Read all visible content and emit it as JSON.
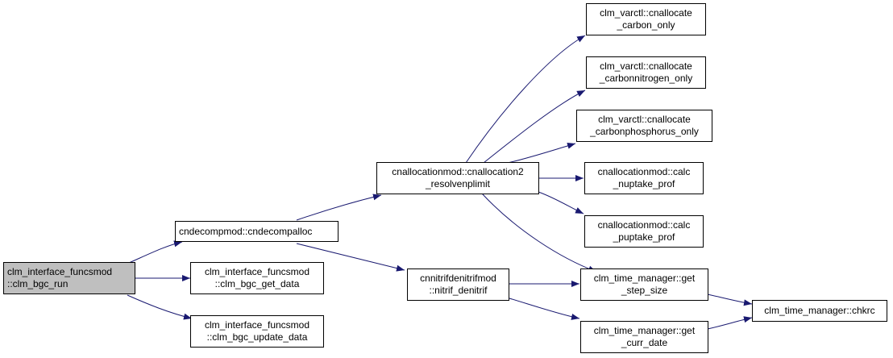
{
  "graph": {
    "edge_color": "#191970",
    "root_fill": "#bfbfbf",
    "nodes": [
      {
        "id": "n0",
        "lines": [
          "clm_interface_funcsmod",
          "::clm_bgc_run"
        ]
      },
      {
        "id": "n1",
        "lines": [
          "cndecompmod::cndecompalloc"
        ]
      },
      {
        "id": "n2",
        "lines": [
          "clm_interface_funcsmod",
          "::clm_bgc_get_data"
        ]
      },
      {
        "id": "n3",
        "lines": [
          "clm_interface_funcsmod",
          "::clm_bgc_update_data"
        ]
      },
      {
        "id": "n4",
        "lines": [
          "cnallocationmod::cnallocation2",
          "_resolvenplimit"
        ]
      },
      {
        "id": "n5",
        "lines": [
          "cnnitrifdenitrifmod",
          "::nitrif_denitrif"
        ]
      },
      {
        "id": "n6",
        "lines": [
          "clm_varctl::cnallocate",
          "_carbon_only"
        ]
      },
      {
        "id": "n7",
        "lines": [
          "clm_varctl::cnallocate",
          "_carbonnitrogen_only"
        ]
      },
      {
        "id": "n8",
        "lines": [
          "clm_varctl::cnallocate",
          "_carbonphosphorus_only"
        ]
      },
      {
        "id": "n9",
        "lines": [
          "cnallocationmod::calc",
          "_nuptake_prof"
        ]
      },
      {
        "id": "n10",
        "lines": [
          "cnallocationmod::calc",
          "_puptake_prof"
        ]
      },
      {
        "id": "n11",
        "lines": [
          "clm_time_manager::get",
          "_step_size"
        ]
      },
      {
        "id": "n12",
        "lines": [
          "clm_time_manager::get",
          "_curr_date"
        ]
      },
      {
        "id": "n13",
        "lines": [
          "clm_time_manager::chkrc"
        ]
      }
    ]
  }
}
